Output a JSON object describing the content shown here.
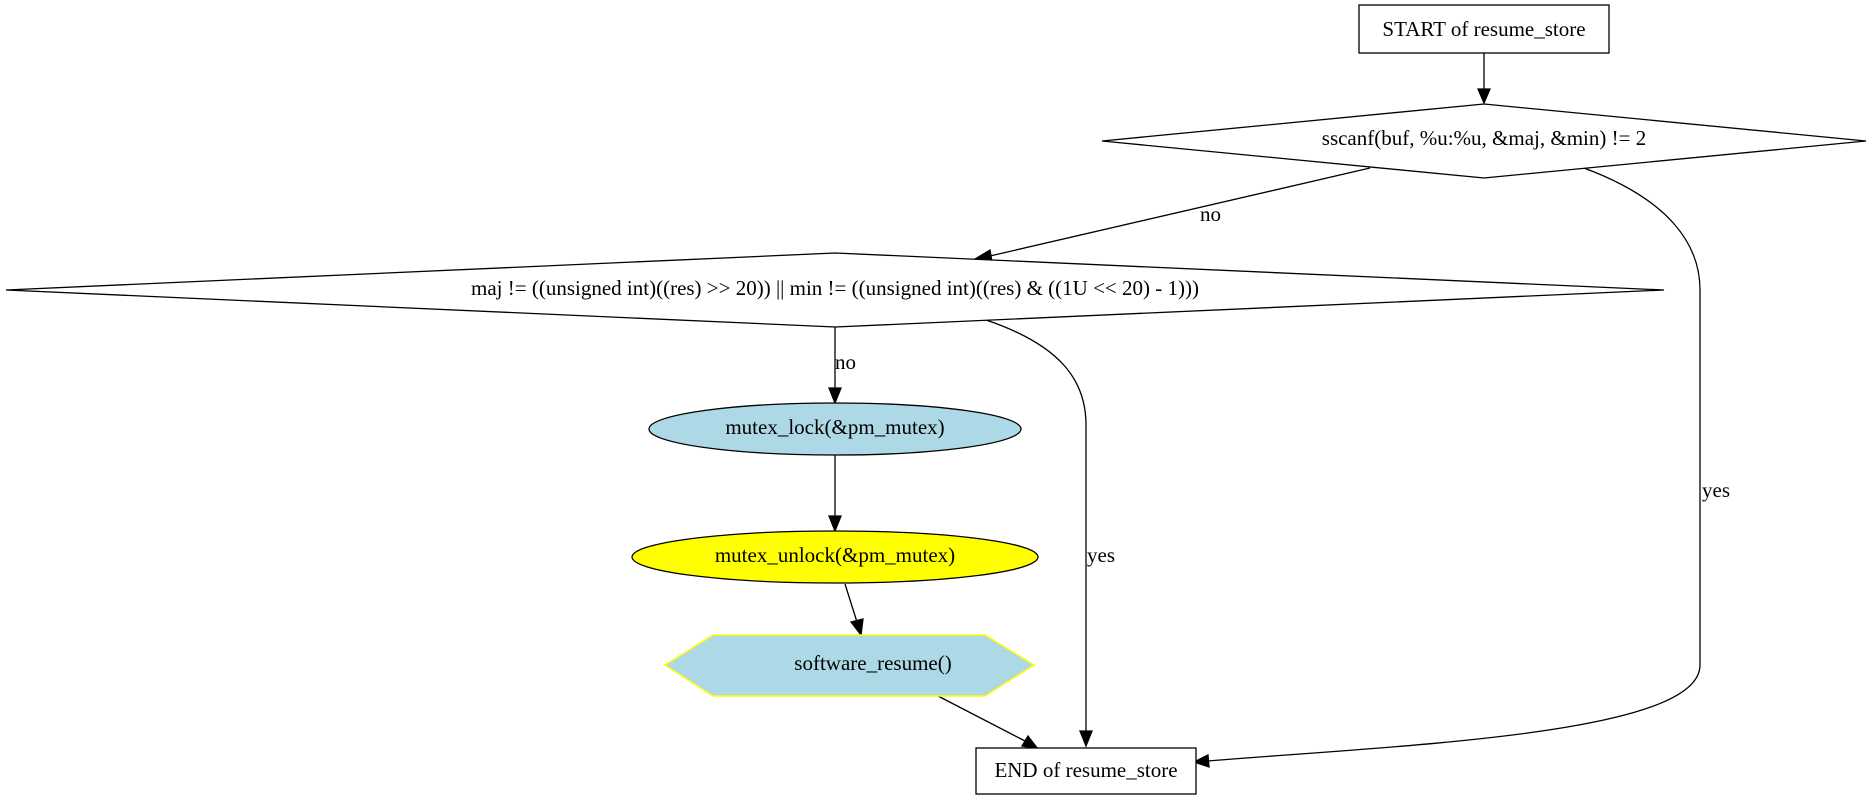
{
  "nodes": {
    "start": {
      "label": "START of resume_store",
      "shape": "box",
      "fill": "#ffffff",
      "stroke": "#000000"
    },
    "cond1": {
      "label": "sscanf(buf, %u:%u, &maj, &min) != 2",
      "shape": "diamond",
      "fill": "#ffffff",
      "stroke": "#000000"
    },
    "cond2": {
      "label": "maj != ((unsigned int)((res) >> 20)) || min != ((unsigned int)((res) & ((1U << 20) - 1)))",
      "shape": "diamond",
      "fill": "#ffffff",
      "stroke": "#000000"
    },
    "lock": {
      "label": "mutex_lock(&pm_mutex)",
      "shape": "ellipse",
      "fill": "#add8e6",
      "stroke": "#000000"
    },
    "unlock": {
      "label": "mutex_unlock(&pm_mutex)",
      "shape": "ellipse",
      "fill": "#ffff00",
      "stroke": "#000000"
    },
    "resume": {
      "label": "software_resume()",
      "shape": "hexagon",
      "fill": "#add8e6",
      "stroke": "#ffff00"
    },
    "end": {
      "label": "END of resume_store",
      "shape": "box",
      "fill": "#ffffff",
      "stroke": "#000000"
    }
  },
  "edges": [
    {
      "from": "start",
      "to": "cond1",
      "label": ""
    },
    {
      "from": "cond1",
      "to": "cond2",
      "label": "no"
    },
    {
      "from": "cond1",
      "to": "end",
      "label": "yes"
    },
    {
      "from": "cond2",
      "to": "lock",
      "label": "no"
    },
    {
      "from": "cond2",
      "to": "end",
      "label": "yes"
    },
    {
      "from": "lock",
      "to": "unlock",
      "label": ""
    },
    {
      "from": "unlock",
      "to": "resume",
      "label": ""
    },
    {
      "from": "resume",
      "to": "end",
      "label": ""
    }
  ]
}
